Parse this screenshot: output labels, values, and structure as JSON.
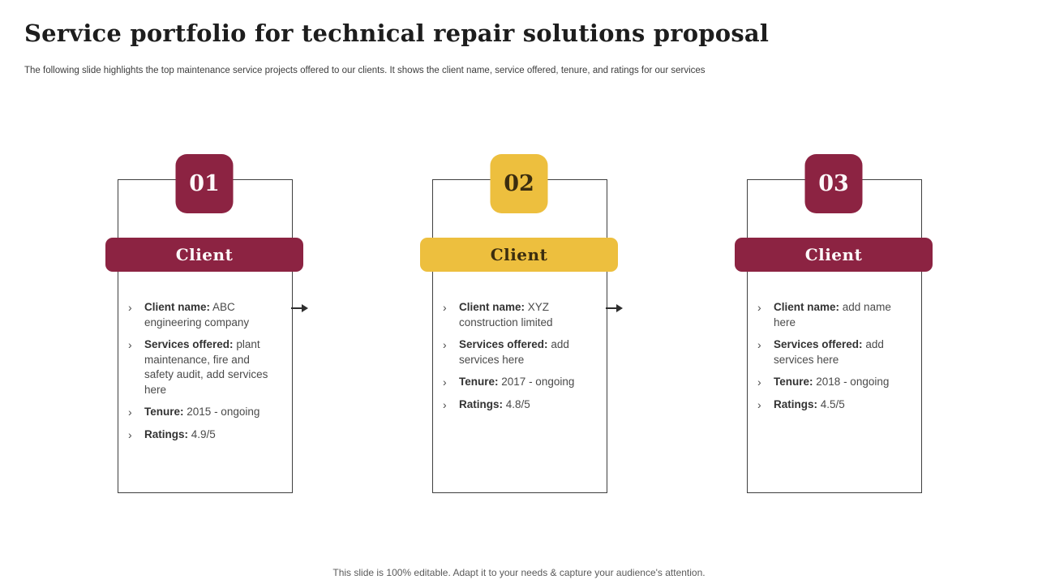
{
  "slide": {
    "title": "Service portfolio for technical repair solutions proposal",
    "subtitle": "The following slide highlights the top maintenance service projects offered to our clients. It shows the client name, service offered, tenure, and ratings for our services",
    "footer": "This slide is 100% editable. Adapt it to your needs & capture your audience's attention."
  },
  "colors": {
    "maroon": "#8C2342",
    "gold": "#EDBF3E",
    "border": "#3f3f3f",
    "body_text": "#4a4a4a"
  },
  "list_marker": "›",
  "cards": [
    {
      "number": "01",
      "header": "Client",
      "theme": "maroon",
      "has_arrow": true,
      "bullets": [
        {
          "label": "Client name:",
          "value": "ABC engineering company"
        },
        {
          "label": "Services offered:",
          "value": "plant maintenance, fire and safety audit, add services here"
        },
        {
          "label": "Tenure:",
          "value": "2015 - ongoing"
        },
        {
          "label": "Ratings:",
          "value": "4.9/5"
        }
      ]
    },
    {
      "number": "02",
      "header": "Client",
      "theme": "gold",
      "has_arrow": true,
      "bullets": [
        {
          "label": "Client name:",
          "value": "XYZ construction limited"
        },
        {
          "label": "Services offered:",
          "value": "add services here"
        },
        {
          "label": "Tenure:",
          "value": "2017 - ongoing"
        },
        {
          "label": "Ratings:",
          "value": "4.8/5"
        }
      ]
    },
    {
      "number": "03",
      "header": "Client",
      "theme": "maroon",
      "has_arrow": false,
      "bullets": [
        {
          "label": "Client name:",
          "value": "add name here"
        },
        {
          "label": "Services offered:",
          "value": "add services here"
        },
        {
          "label": "Tenure:",
          "value": "2018 - ongoing"
        },
        {
          "label": "Ratings:",
          "value": "4.5/5"
        }
      ]
    }
  ]
}
